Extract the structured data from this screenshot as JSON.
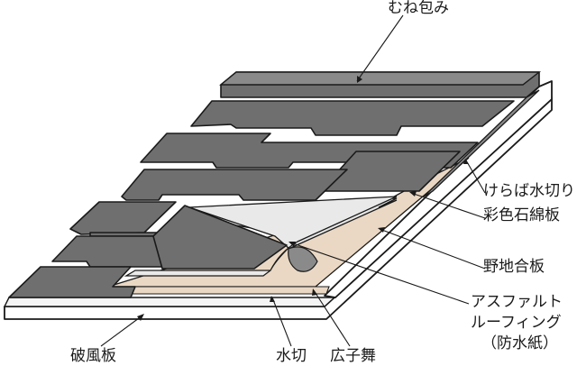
{
  "labels": {
    "mune_tsutsumi": "むね包み",
    "kerabamizukiri": "けらば水切り",
    "saishoku_sekimenban": "彩色石綿板",
    "nojigoban": "野地合板",
    "asphalt_line1": "アスファルト",
    "asphalt_line2": "ルーフィング",
    "asphalt_line3": "（防水紙）",
    "hafuita": "破風板",
    "mizukiri": "水切",
    "hirokomai": "広子舞"
  },
  "colors": {
    "shingle": "#6f6f6f",
    "sheathing": "#ead8c4",
    "underlayment": "#e6e6e6",
    "outline": "#1a1a1a",
    "background": "#ffffff"
  }
}
